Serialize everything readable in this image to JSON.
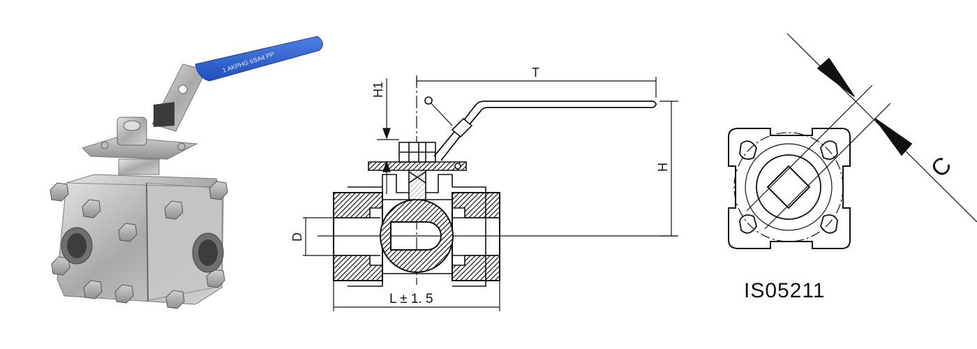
{
  "photo": {
    "name": "3-way stainless ball valve product photo",
    "handle_color": "#2f63d3",
    "body_color": "#b9b9b9",
    "handle_stamp": "1 AKPHG 6SA4 PP"
  },
  "drawing": {
    "labels": {
      "T": "T",
      "H1": "H1",
      "H": "H",
      "D": "D",
      "L": "L ± 1. 5",
      "C": "C"
    }
  },
  "flange": {
    "caption": "IS05211"
  },
  "colors": {
    "ink": "#111111",
    "hatch_fill": "#111111",
    "background": "#ffffff"
  }
}
